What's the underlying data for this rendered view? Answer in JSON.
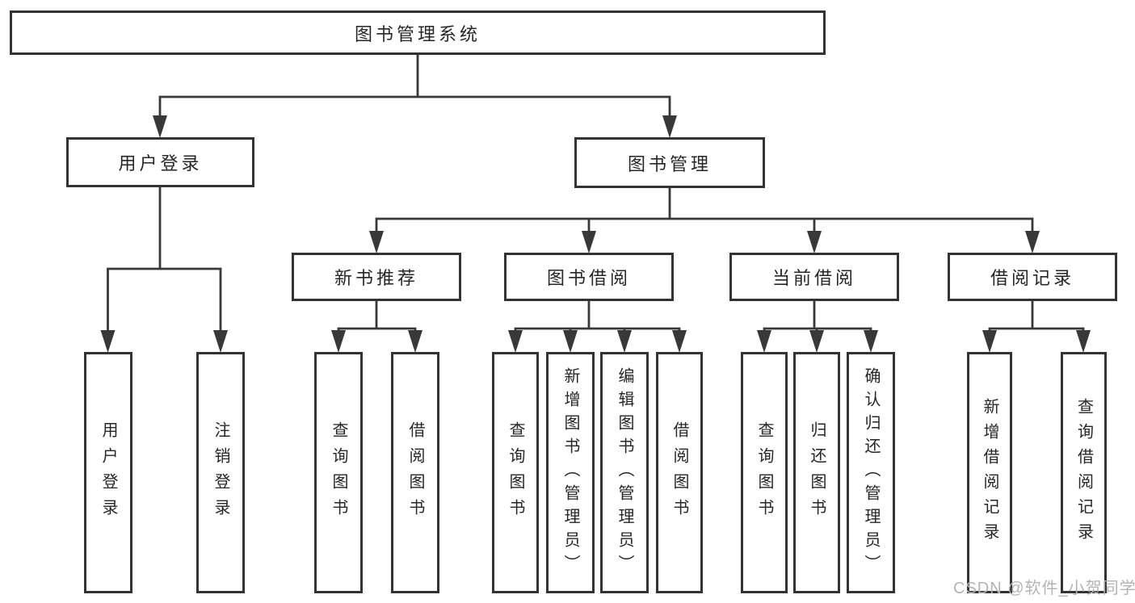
{
  "colors": {
    "line": "#383838",
    "box_border": "#333333",
    "text": "#262626",
    "watermark": "#b4b4b4",
    "background": "#ffffff"
  },
  "watermark": {
    "text": "CSDN @软件_小贺同学"
  },
  "tree": {
    "root": {
      "label": "图书管理系统"
    },
    "branches": [
      {
        "label": "用户登录",
        "children": [
          {
            "label": "用户登录"
          },
          {
            "label": "注销登录"
          }
        ]
      },
      {
        "label": "图书管理",
        "children": [
          {
            "label": "新书推荐",
            "children": [
              {
                "label": "查询图书"
              },
              {
                "label": "借阅图书"
              }
            ]
          },
          {
            "label": "图书借阅",
            "children": [
              {
                "label": "查询图书"
              },
              {
                "label": "新增图书（管理员）"
              },
              {
                "label": "编辑图书（管理员）"
              },
              {
                "label": "借阅图书"
              }
            ]
          },
          {
            "label": "当前借阅",
            "children": [
              {
                "label": "查询图书"
              },
              {
                "label": "归还图书"
              },
              {
                "label": "确认归还（管理员）"
              }
            ]
          },
          {
            "label": "借阅记录",
            "children": [
              {
                "label": "新增借阅记录"
              },
              {
                "label": "查询借阅记录"
              }
            ]
          }
        ]
      }
    ]
  }
}
